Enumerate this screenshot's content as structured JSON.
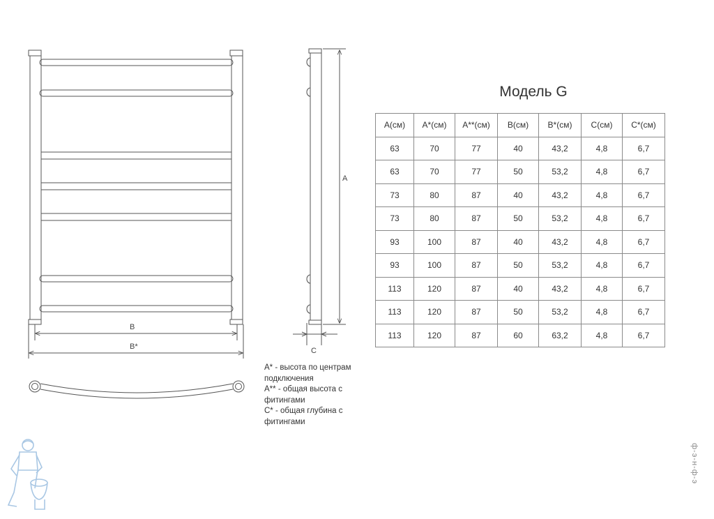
{
  "drawing": {
    "front_width_label": "B",
    "front_full_width_label": "B*",
    "side_height_label": "A",
    "side_depth_label": "C"
  },
  "model": {
    "title": "Модель G"
  },
  "specs": {
    "headers": [
      "A(см)",
      "A*(см)",
      "A**(см)",
      "B(см)",
      "B*(см)",
      "C(см)",
      "C*(см)"
    ],
    "rows": [
      [
        "63",
        "70",
        "77",
        "40",
        "43,2",
        "4,8",
        "6,7"
      ],
      [
        "63",
        "70",
        "77",
        "50",
        "53,2",
        "4,8",
        "6,7"
      ],
      [
        "73",
        "80",
        "87",
        "40",
        "43,2",
        "4,8",
        "6,7"
      ],
      [
        "73",
        "80",
        "87",
        "50",
        "53,2",
        "4,8",
        "6,7"
      ],
      [
        "93",
        "100",
        "87",
        "40",
        "43,2",
        "4,8",
        "6,7"
      ],
      [
        "93",
        "100",
        "87",
        "50",
        "53,2",
        "4,8",
        "6,7"
      ],
      [
        "113",
        "120",
        "87",
        "40",
        "43,2",
        "4,8",
        "6,7"
      ],
      [
        "113",
        "120",
        "87",
        "50",
        "53,2",
        "4,8",
        "6,7"
      ],
      [
        "113",
        "120",
        "87",
        "60",
        "63,2",
        "4,8",
        "6,7"
      ]
    ]
  },
  "notes": [
    "A* - высота по центрам подключения",
    "A** - общая высота с фитингами",
    "C* - общая глубина с фитингами"
  ],
  "watermark": "ф-э-н-ф-э",
  "colors": {
    "line": "#555555",
    "grid": "#8a8a8a",
    "logo": "#a9c7e4"
  }
}
